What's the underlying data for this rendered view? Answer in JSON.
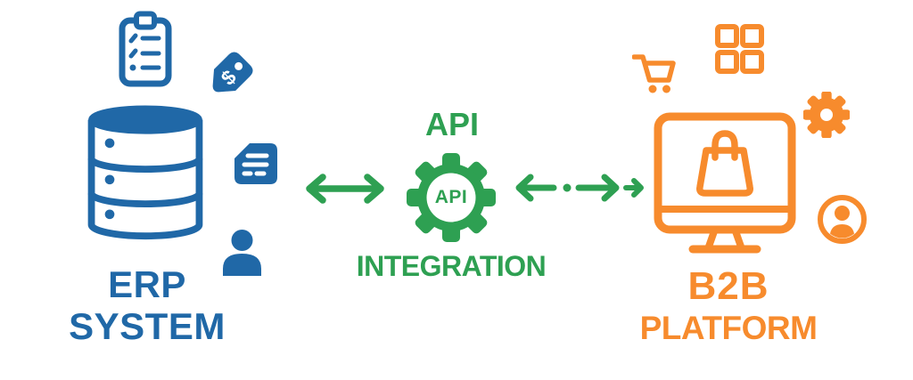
{
  "colors": {
    "blue": "#2068A7",
    "green": "#2EA052",
    "orange": "#F78B2D",
    "background": "#FFFFFF"
  },
  "erp": {
    "title_line1": "ERP",
    "title_line2": "SYSTEM",
    "price_tag_symbol": "$",
    "icons": [
      "clipboard-checklist-icon",
      "price-tag-icon",
      "database-icon",
      "document-icon",
      "user-icon"
    ]
  },
  "integration": {
    "title": "API",
    "gear_label": "API",
    "subtitle": "INTEGRATION",
    "connectors": [
      "double-headed-arrow",
      "dashed-bidirectional-arrow",
      "small-right-arrow"
    ]
  },
  "b2b": {
    "title_line1": "B2B",
    "title_line2": "PLATFORM",
    "icons": [
      "shopping-cart-icon",
      "app-grid-icon",
      "gear-icon",
      "storefront-monitor-icon",
      "shopping-bag-icon",
      "user-account-icon"
    ]
  }
}
